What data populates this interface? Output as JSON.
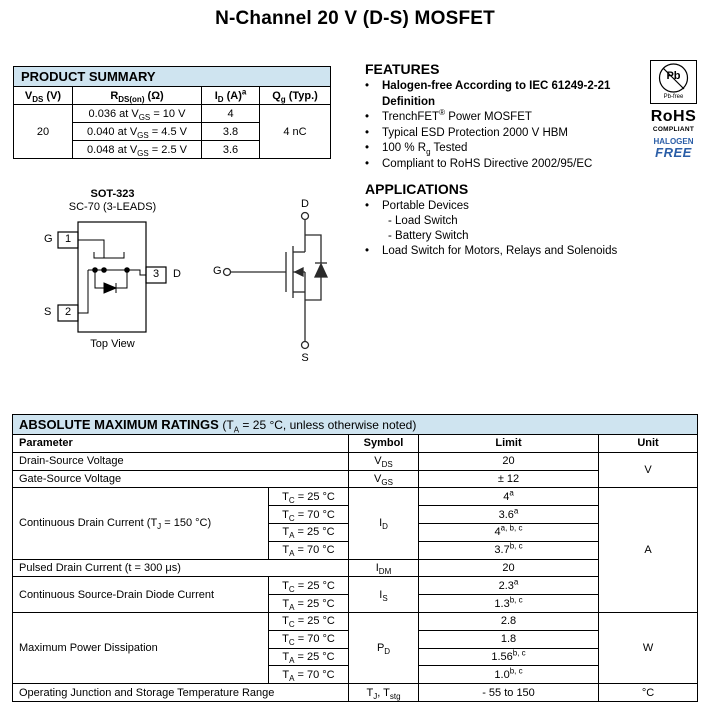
{
  "page": {
    "title": "N-Channel 20 V (D-S) MOSFET"
  },
  "product_summary": {
    "title": "PRODUCT SUMMARY",
    "col_vds": "V~DS~ (V)",
    "col_rds": "R~DS(on)~ (Ω)",
    "col_id": "I~D~ (A)^a^",
    "col_qg": "Q~g~ (Typ.)",
    "vds": "20",
    "qg": "4 nC",
    "rows": [
      {
        "rds": "0.036 at V~GS~ = 10 V",
        "id": "4"
      },
      {
        "rds": "0.040 at V~GS~ = 4.5 V",
        "id": "3.8"
      },
      {
        "rds": "0.048 at V~GS~ = 2.5 V",
        "id": "3.6"
      }
    ]
  },
  "features": {
    "title": "FEATURES",
    "items": [
      {
        "text": "Halogen-free According to IEC 61249-2-21 Definition"
      },
      {
        "text": "TrenchFET^®^ Power MOSFET"
      },
      {
        "text": "Typical ESD Protection 2000 V HBM"
      },
      {
        "text": "100 % R~g~ Tested"
      },
      {
        "text": "Compliant to RoHS Directive 2002/95/EC"
      }
    ]
  },
  "applications": {
    "title": "APPLICATIONS",
    "items": [
      {
        "text": "Portable Devices",
        "subitems": [
          "- Load Switch",
          "- Battery Switch"
        ]
      },
      {
        "text": "Load Switch for Motors, Relays and Solenoids"
      }
    ]
  },
  "badges": {
    "pb": "Pb",
    "pb_free": "Pb-free",
    "rohs": "RoHS",
    "compliant": "COMPLIANT",
    "halogen": "HALOGEN",
    "free": "FREE",
    "blue": "#2b5ea7"
  },
  "package": {
    "name": "SOT-323",
    "subname": "SC-70 (3-LEADS)",
    "caption": "Top View",
    "pin1": "1",
    "pin2": "2",
    "pin3": "3",
    "pin1_label": "G",
    "pin2_label": "S",
    "pin3_label": "D"
  },
  "mosfet_symbol": {
    "d": "D",
    "g": "G",
    "s": "S"
  },
  "abs_max": {
    "title": "ABSOLUTE MAXIMUM RATINGS ",
    "title_note": "(T~A~ = 25 °C, unless otherwise noted)",
    "col_parameter": "Parameter",
    "col_symbol": "Symbol",
    "col_limit": "Limit",
    "col_unit": "Unit",
    "rows": {
      "vds": {
        "param": "Drain-Source Voltage",
        "symbol": "V~DS~",
        "limit": "20"
      },
      "vgs": {
        "param": "Gate-Source Voltage",
        "symbol": "V~GS~",
        "limit": "± 12"
      },
      "unit_v": "V",
      "id_param": "Continuous Drain Current (T~J~ = 150 °C)",
      "id_symbol": "I~D~",
      "id_rows": [
        {
          "cond": "T~C~ = 25 °C",
          "limit": "4^a^"
        },
        {
          "cond": "T~C~ = 70 °C",
          "limit": "3.6^a^"
        },
        {
          "cond": "T~A~ = 25 °C",
          "limit": "4^a, b, c^"
        },
        {
          "cond": "T~A~ = 70 °C",
          "limit": "3.7^b, c^"
        }
      ],
      "idm": {
        "param": "Pulsed Drain Current (t = 300 μs)",
        "symbol": "I~DM~",
        "limit": "20"
      },
      "is_param": "Continuous Source-Drain Diode Current",
      "is_symbol": "I~S~",
      "is_rows": [
        {
          "cond": "T~C~ = 25 °C",
          "limit": "2.3^a^"
        },
        {
          "cond": "T~A~ = 25 °C",
          "limit": "1.3^b, c^"
        }
      ],
      "unit_a": "A",
      "pd_param": "Maximum Power Dissipation",
      "pd_symbol": "P~D~",
      "pd_rows": [
        {
          "cond": "T~C~ = 25 °C",
          "limit": "2.8"
        },
        {
          "cond": "T~C~ = 70 °C",
          "limit": "1.8"
        },
        {
          "cond": "T~A~ = 25 °C",
          "limit": "1.56^b, c^"
        },
        {
          "cond": "T~A~ = 70 °C",
          "limit": "1.0^b, c^"
        }
      ],
      "unit_w": "W",
      "tj": {
        "param": "Operating Junction and Storage Temperature Range",
        "symbol": "T~J~, T~stg~",
        "limit": "- 55 to 150",
        "unit": "°C"
      }
    }
  }
}
